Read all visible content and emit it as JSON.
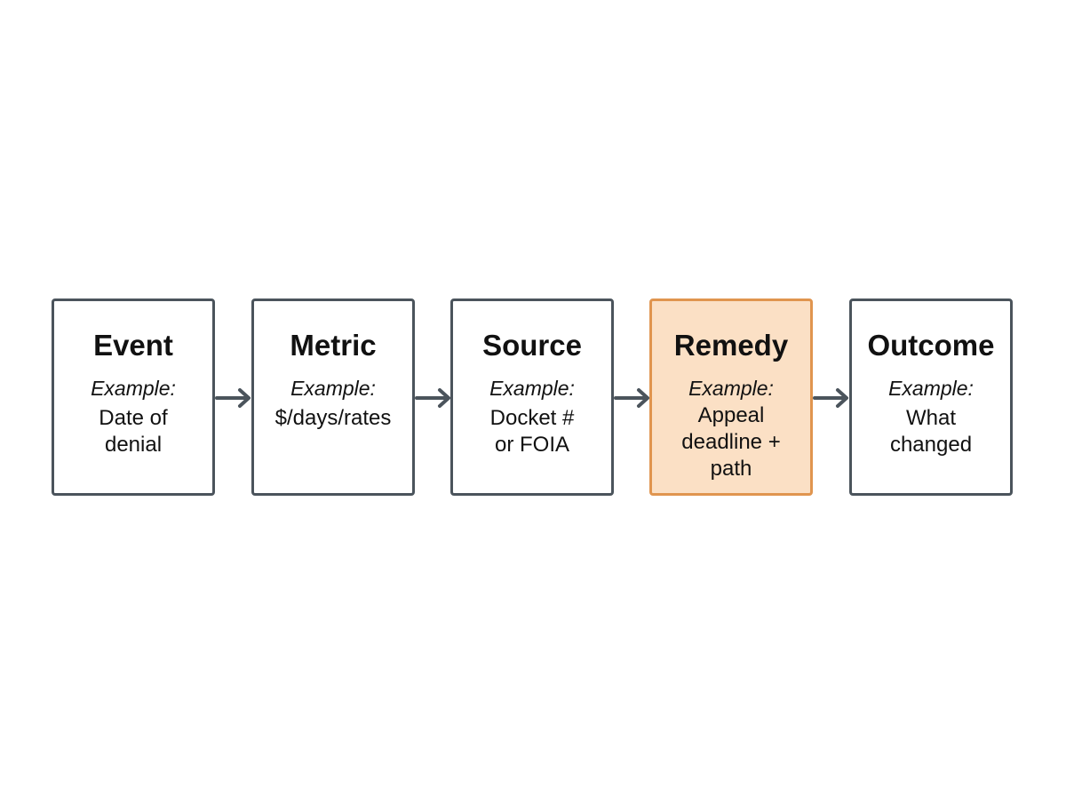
{
  "steps": [
    {
      "title": "Event",
      "example_label": "Example:",
      "detail": "Date of\ndenial",
      "highlighted": false
    },
    {
      "title": "Metric",
      "example_label": "Example:",
      "detail": "$/days/rates",
      "highlighted": false
    },
    {
      "title": "Source",
      "example_label": "Example:",
      "detail": "Docket #\nor FOIA",
      "highlighted": false
    },
    {
      "title": "Remedy",
      "example_label": "Example:",
      "detail": "Appeal\ndeadline +\npath",
      "highlighted": true
    },
    {
      "title": "Outcome",
      "example_label": "Example:",
      "detail": "What\nchanged",
      "highlighted": false
    }
  ],
  "colors": {
    "box_border": "#4b545c",
    "arrow": "#4b545c",
    "highlight_border": "#e0954f",
    "highlight_fill": "#fbe0c5"
  },
  "arrow_icon": "arrow-right-icon"
}
